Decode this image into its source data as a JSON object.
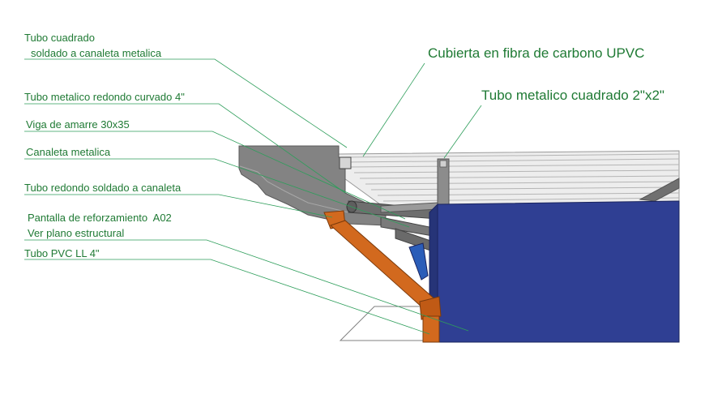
{
  "labels": {
    "tubo_cuadrado_l1": "Tubo cuadrado",
    "tubo_cuadrado_l2": "soldado a canaleta metalica",
    "tubo_curvado": "Tubo metalico redondo curvado 4\"",
    "viga": "Viga de amarre 30x35",
    "canaleta": "Canaleta metalica",
    "tubo_redondo": "Tubo redondo soldado a canaleta",
    "pantalla_l1": "Pantalla de reforzamiento  A02",
    "pantalla_l2": "Ver plano estructural",
    "tubo_pvc": "Tubo PVC LL 4\"",
    "cubierta": "Cubierta en fibra de carbono UPVC",
    "tubo_cuadrado_2x2": "Tubo metalico cuadrado 2\"x2\""
  },
  "colors": {
    "label_text": "#1f7a34",
    "leader_line": "#2e9e5b",
    "wall_blue": "#2f3f93",
    "pipe_orange": "#d2691e",
    "steel_gray": "#7d7d7d",
    "roof_light": "#e9e9e9"
  }
}
